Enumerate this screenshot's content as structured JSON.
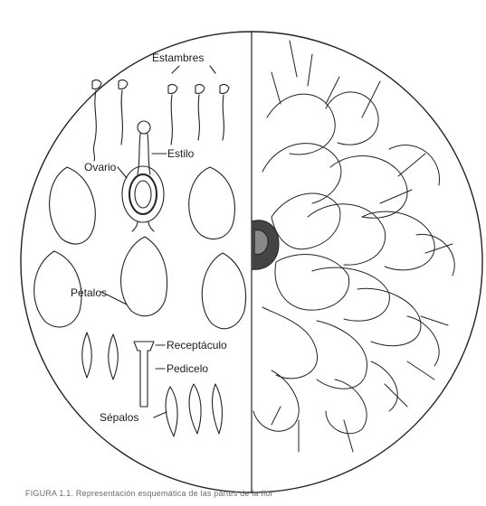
{
  "labels": {
    "stamens": "Estambres",
    "style": "Estilo",
    "ovary": "Ovario",
    "petals": "Pétalos",
    "receptacle": "Receptáculo",
    "pedicel": "Pedicelo",
    "sepals": "Sépalos"
  },
  "caption": "FIGURA 1.1. Representación esquemática de las partes de la flor",
  "colors": {
    "ink": "#1c1c1c",
    "paper": "#ffffff",
    "caption": "#6b6b6b"
  }
}
